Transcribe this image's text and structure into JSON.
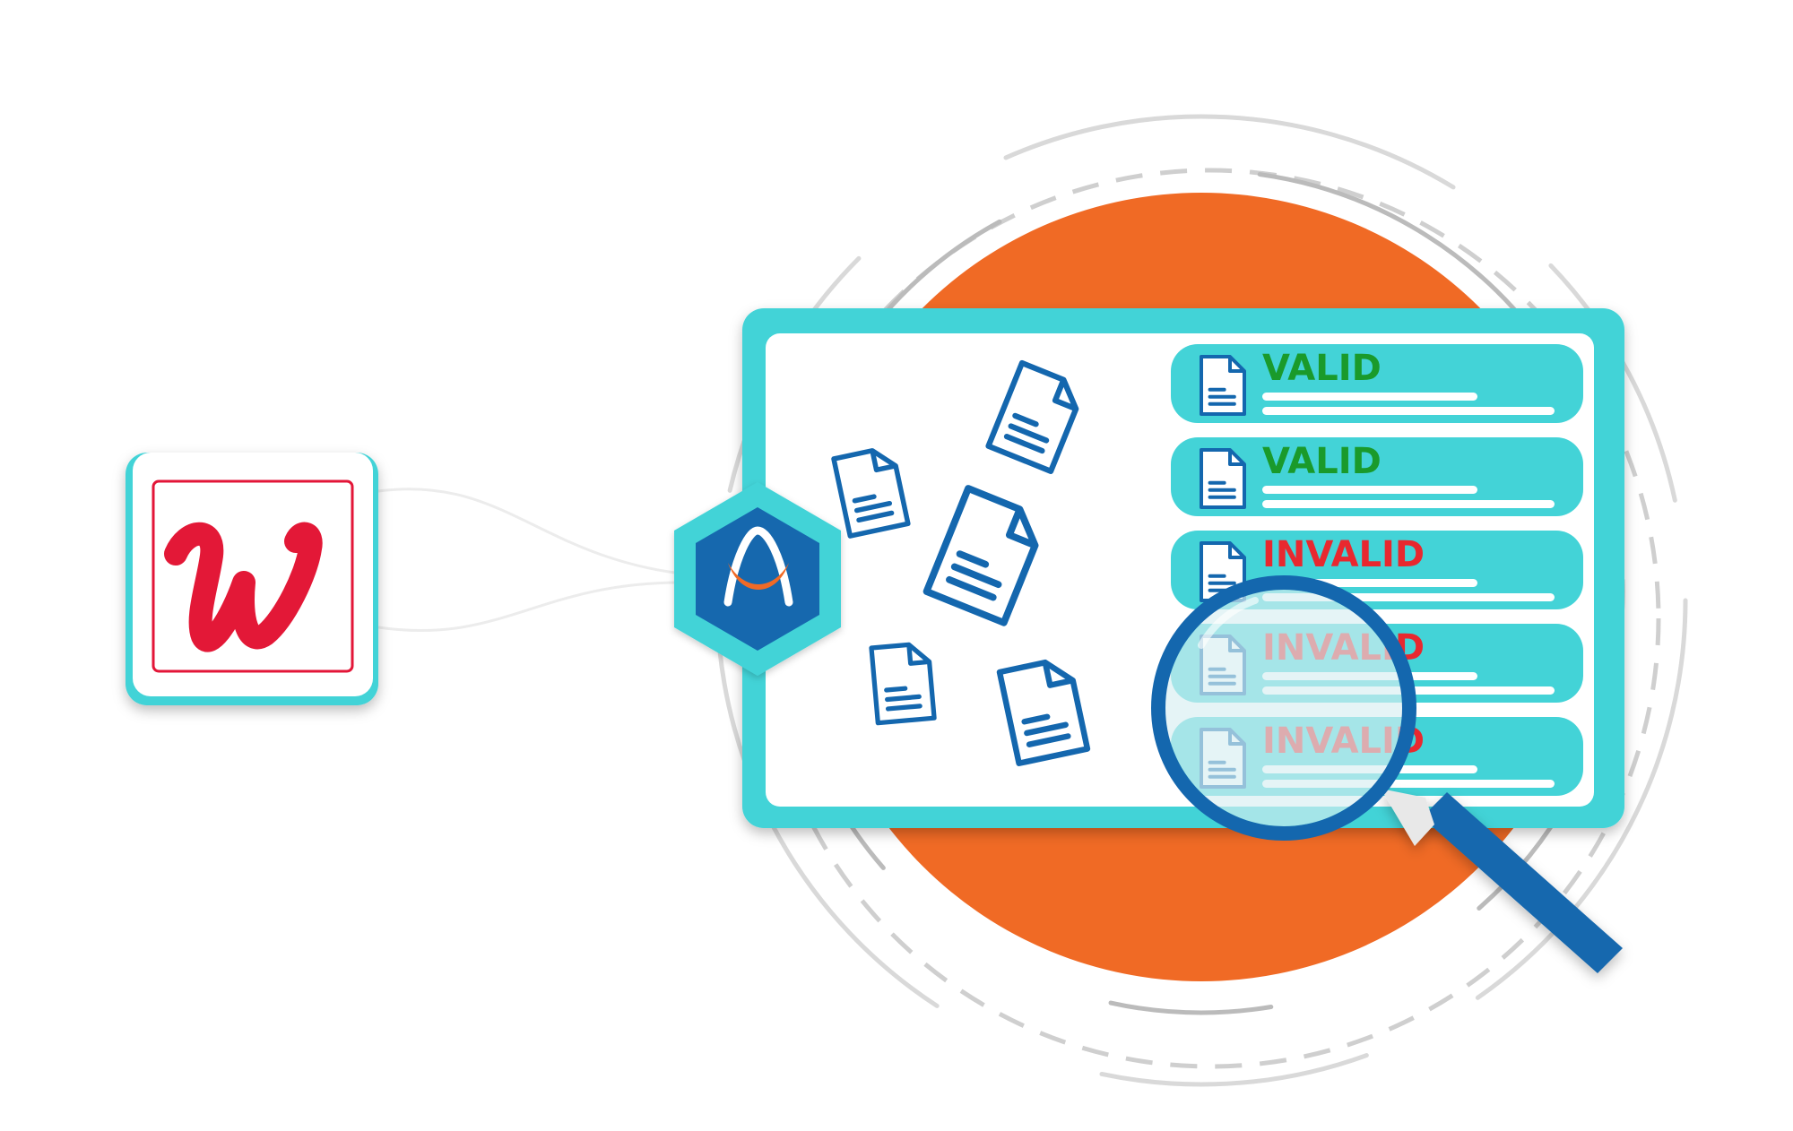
{
  "colors": {
    "teal": "#43D3D7",
    "orange": "#F06A25",
    "blue": "#1467AE",
    "valid_green": "#1A9A2B",
    "invalid_red": "#E8282F",
    "logo_red": "#E31837"
  },
  "icons": {
    "brand_logo": "walgreens-w-logo-icon",
    "hub": "hexagon-logo-icon",
    "document": "document-icon",
    "magnifier": "magnifying-glass-icon"
  },
  "results": [
    {
      "status": "VALID",
      "state": "valid"
    },
    {
      "status": "VALID",
      "state": "valid"
    },
    {
      "status": "INVALID",
      "state": "invalid"
    },
    {
      "status": "INVALID",
      "state": "invalid"
    },
    {
      "status": "INVALID",
      "state": "invalid"
    }
  ]
}
